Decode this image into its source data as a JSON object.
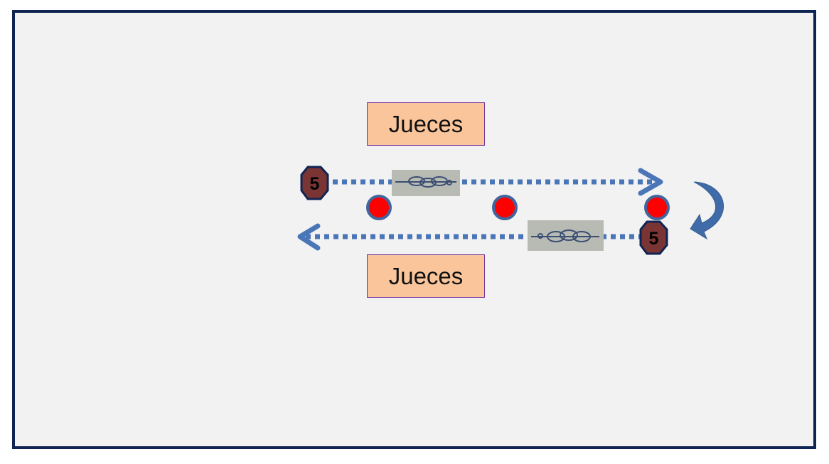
{
  "labels": {
    "judges_top": "Jueces",
    "judges_bottom": "Jueces"
  },
  "markers": {
    "start_number": "5",
    "end_number": "5"
  },
  "colors": {
    "page_background": "#ffffff",
    "panel_background": "#f2f2f3",
    "panel_border": "#0f2452",
    "path_blue": "#4a76b8",
    "return_arrow": "#3f6ba8",
    "cone_red": "#ff0000",
    "cone_outline": "#41659e",
    "octagon_fill": "#7b3434",
    "label_fill": "#fac59a",
    "label_border": "#7030a0",
    "chain_panel": "#b8bab4"
  },
  "icons": {
    "number_marker": "octagon-number-marker",
    "cone": "red-cone-marker",
    "chain": "chain-icon",
    "turn": "curved-return-arrow-icon"
  }
}
